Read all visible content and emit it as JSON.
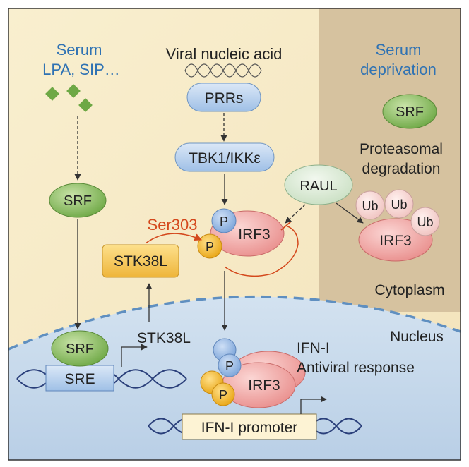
{
  "labels": {
    "serum_title": "Serum",
    "serum_sub": "LPA, SIP…",
    "viral": "Viral nucleic acid",
    "prrs": "PRRs",
    "tbk": "TBK1/IKKε",
    "srf": "SRF",
    "ser303": "Ser303",
    "p": "P",
    "irf3": "IRF3",
    "stk38l": "STK38L",
    "raul": "RAUL",
    "ub": "Ub",
    "serum_dep_1": "Serum",
    "serum_dep_2": "deprivation",
    "proteasomal_1": "Proteasomal",
    "proteasomal_2": "degradation",
    "cytoplasm": "Cytoplasm",
    "nucleus": "Nucleus",
    "sre": "SRE",
    "ifn_promoter": "IFN-I promoter",
    "ifn_1": "IFN-I",
    "ifn_2": "Antiviral response"
  },
  "colors": {
    "cytoplasm_bg": "#f7ecc8",
    "right_panel_bg": "#d8c29c",
    "nucleus_bg": "#c5d7ea",
    "blue_text": "#2f72b3",
    "red_text": "#d4481c",
    "srf_green": "#7fb75a",
    "irf3_pink": "#ee9c9a",
    "p_blue": "#8fb2e0",
    "p_yellow": "#f2b72c",
    "stk_yellow": "#f4c54f",
    "box_blue": "#b6d0ee",
    "raul_green": "#dcebd8",
    "ub_pink": "#f6d9d8"
  }
}
